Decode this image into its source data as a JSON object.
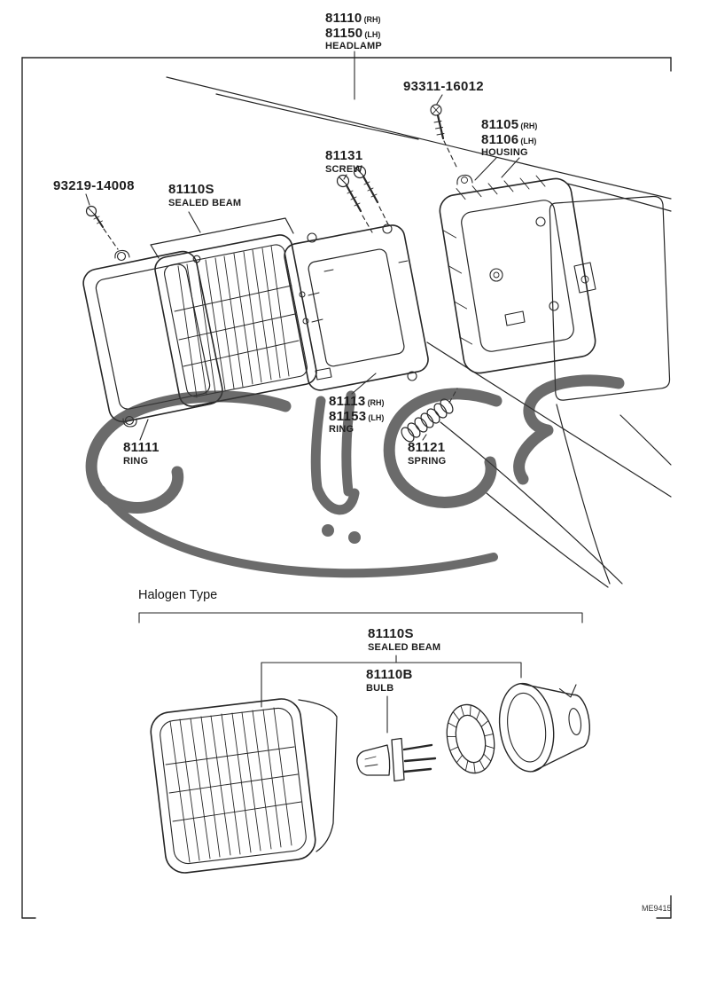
{
  "doc": {
    "code": "ME9415"
  },
  "diagram": {
    "title": {
      "part_rh": "81110",
      "rh": "(RH)",
      "part_lh": "81150",
      "lh": "(LH)",
      "name": "HEADLAMP"
    },
    "labels": {
      "screw_top": {
        "part": "93311-16012"
      },
      "housing": {
        "part_rh": "81105",
        "rh": "(RH)",
        "part_lh": "81106",
        "lh": "(LH)",
        "name": "HOUSING"
      },
      "screw_81131": {
        "part": "81131",
        "name": "SCREW"
      },
      "screw_93219": {
        "part": "93219-14008"
      },
      "sealed_beam": {
        "part": "81110S",
        "name": "SEALED BEAM"
      },
      "ring_mounting": {
        "part_rh": "81113",
        "rh": "(RH)",
        "part_lh": "81153",
        "lh": "(LH)",
        "name": "RING"
      },
      "spring": {
        "part": "81121",
        "name": "SPRING"
      },
      "ring_outer": {
        "part": "81111",
        "name": "RING"
      },
      "halogen": {
        "section_title": "Halogen Type",
        "sealed_beam": {
          "part": "81110S",
          "name": "SEALED BEAM"
        },
        "bulb": {
          "part": "81110B",
          "name": "BULB"
        }
      }
    }
  }
}
